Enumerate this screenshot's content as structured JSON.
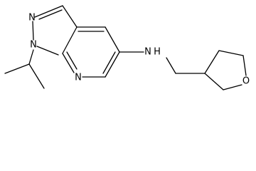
{
  "molecule": {
    "atoms": {
      "n1": "N",
      "n2": "N",
      "n7": "N",
      "nh": "N",
      "h": "H",
      "o": "O"
    }
  }
}
